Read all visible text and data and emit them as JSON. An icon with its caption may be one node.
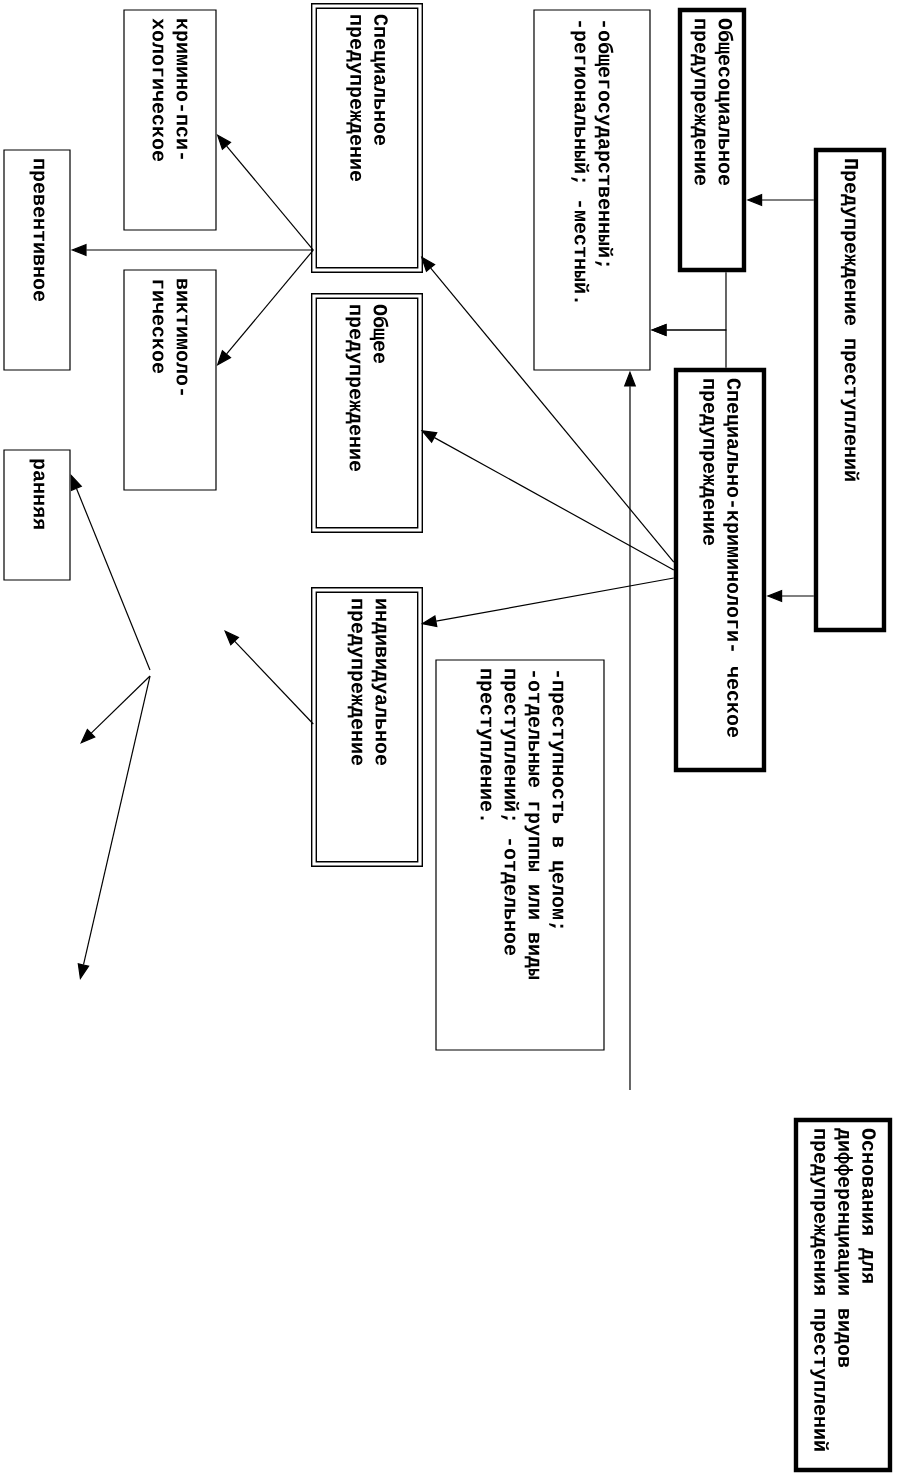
{
  "diagram": {
    "nodes": [
      {
        "text": [
          "Предупреждение преступлений"
        ]
      },
      {
        "text": [
          "Общесоциальное предупреждение"
        ]
      },
      {
        "text": [
          "Специально-криминологи- ческое предупреждение"
        ]
      },
      {
        "text": [
          "-общегосударственный; -региональный; -местный."
        ]
      },
      {
        "text": [
          "Специальное предупреждение"
        ]
      },
      {
        "text": [
          "Общее предупреждение"
        ]
      },
      {
        "text": [
          "индивидуальное предупреждение"
        ]
      },
      {
        "text": [
          "-преступность в целом; -отдельные группы или виды преступлений; -отдельное преступление."
        ]
      },
      {
        "text": [
          "кримино-пси- хологическое"
        ]
      },
      {
        "text": [
          "превентивное"
        ]
      },
      {
        "text": [
          "виктимоло- гическое"
        ]
      },
      {
        "text": [
          "ранняя"
        ]
      },
      {
        "text": [
          "Основания для дифференциации видов предупреждения преступлений"
        ]
      }
    ],
    "edges": [
      {
        "from": 0,
        "to": 1,
        "arrow": "to"
      },
      {
        "from": 0,
        "to": 2,
        "arrow": "to"
      },
      {
        "from": 1,
        "to": 3,
        "arrow": "to"
      },
      {
        "from": 2,
        "to": 3,
        "arrow": "to"
      },
      {
        "from": null,
        "to": 3,
        "arrow": "to"
      },
      {
        "from": 2,
        "to": 4,
        "arrow": "to"
      },
      {
        "from": 2,
        "to": 5,
        "arrow": "to"
      },
      {
        "from": 2,
        "to": 6,
        "arrow": "to"
      },
      {
        "from": 4,
        "to": 8,
        "arrow": "to"
      },
      {
        "from": 4,
        "to": 9,
        "arrow": "to"
      },
      {
        "from": 4,
        "to": 10,
        "arrow": "to"
      },
      {
        "from": 6,
        "to": null,
        "arrow": "to"
      },
      {
        "from": null,
        "to": 11,
        "arrow": "to"
      }
    ]
  }
}
